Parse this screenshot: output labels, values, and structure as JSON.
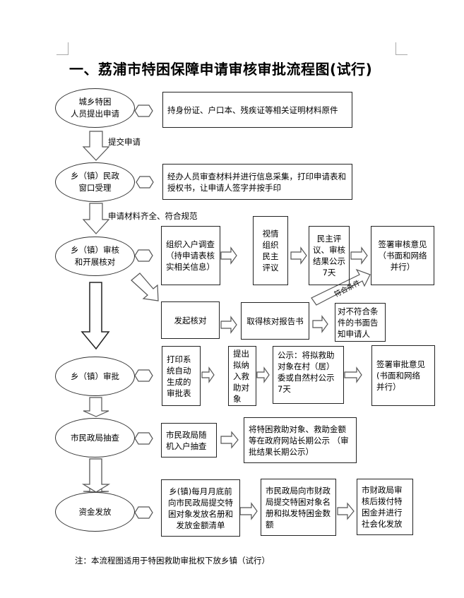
{
  "title": "一、荔浦市特困保障申请审核审批流程图(试行)",
  "stages": [
    {
      "label": "城乡特困\n人员提出申请"
    },
    {
      "label": "乡（镇）民政\n窗口受理"
    },
    {
      "label": "乡（镇）审核\n和开展核对"
    },
    {
      "label": "乡（镇）审批"
    },
    {
      "label": "市民政局抽查"
    },
    {
      "label": "资金发放"
    }
  ],
  "arrow_labels": {
    "submit": "提交申请",
    "complete": "申请材料齐全、符合规范",
    "qualified": "符合条件"
  },
  "boxes": {
    "b1": "持身份证、户口本、残疾证等相关证明材料原件",
    "b2": "经办人员审查材料并进行信息采集，打印申请表和授权书，让申请人签字并按手印",
    "r3": [
      "组织入户调查（持申请表核实相关信息）",
      "视情\n组织\n民主\n评议",
      "民主评议、审核结果公示\n7天",
      "签署审核意见（书面和网络并行）"
    ],
    "r4": [
      "发起核对",
      "取得核对报告书",
      "对不符合条件的书面告知申请人"
    ],
    "r5": [
      "打印系统自动生成的审批表",
      "提出拟纳入救助对象",
      "公示：将拟救助对象在村（居）委或自然村公示 7天",
      "签署审批意见(书面和网络\n并行）"
    ],
    "r6": [
      "市民政局随机入户抽查",
      "将特困救助对象、救助金额等在政府网站长期公示 （审批结果长期公示）"
    ],
    "r7": [
      "乡(镇)每月月底前向市民政局提交特困对象发放名册和发放金额清单",
      "市民政局向市财政局提交特困对象名册和拟发特困金数额",
      "市财政局审核后拨付特困金并进行社会化发放"
    ]
  },
  "note": "注：本流程图适用于特困救助审批权下放乡镇（试行）"
}
